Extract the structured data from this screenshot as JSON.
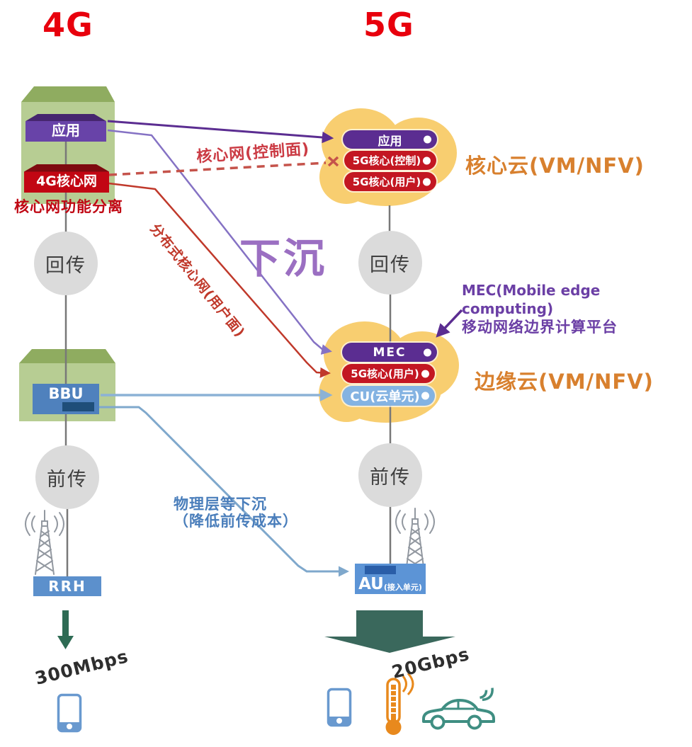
{
  "titles": {
    "left": "4G",
    "right": "5G"
  },
  "left_column": {
    "app_box": "应用",
    "core_box": "4G核心网",
    "core_separation_note": "核心网功能分离",
    "backhaul": "回传",
    "bbu": "BBU",
    "fronthaul": "前传",
    "rrh": "RRH",
    "speed": "300Mbps"
  },
  "right_column": {
    "core_cloud": {
      "app_pill": "应用",
      "core_control_pill": "5G核心(控制)",
      "core_user_pill": "5G核心(用户)",
      "label": "核心云(VM/NFV)"
    },
    "backhaul": "回传",
    "edge_cloud": {
      "mec_pill": "MEC",
      "core_user_pill": "5G核心(用户)",
      "cu_pill": "CU(云单元)",
      "label": "边缘云(VM/NFV)"
    },
    "fronthaul": "前传",
    "au": "AU",
    "au_sub": "(接入单元)",
    "speed": "20Gbps"
  },
  "annotations": {
    "control_plane_link": "核心网(控制面)",
    "user_plane_link": "分布式核心网(用户面)",
    "sink": "下沉",
    "mec_line1": "MEC(Mobile edge computing)",
    "mec_line2": "移动网络边界计算平台",
    "phy_line1": "物理层等下沉",
    "phy_line2": "（降低前传成本）"
  },
  "colors": {
    "title_red": "#e8000d",
    "cloud_yellow": "#f8ce70",
    "green_box_front": "#b7cd93",
    "green_box_top": "#8fac60",
    "pill_purple": "#5b2d91",
    "pill_red": "#c31722",
    "pill_blue": "#84b3e2",
    "orange_label": "#d8802e",
    "annotation_purple": "#6b3fa5",
    "annotation_blue": "#4a7ebb",
    "line_red": "#c0392b",
    "arrow_green_small": "#2e6b54",
    "arrow_green_big": "#3a685c"
  }
}
